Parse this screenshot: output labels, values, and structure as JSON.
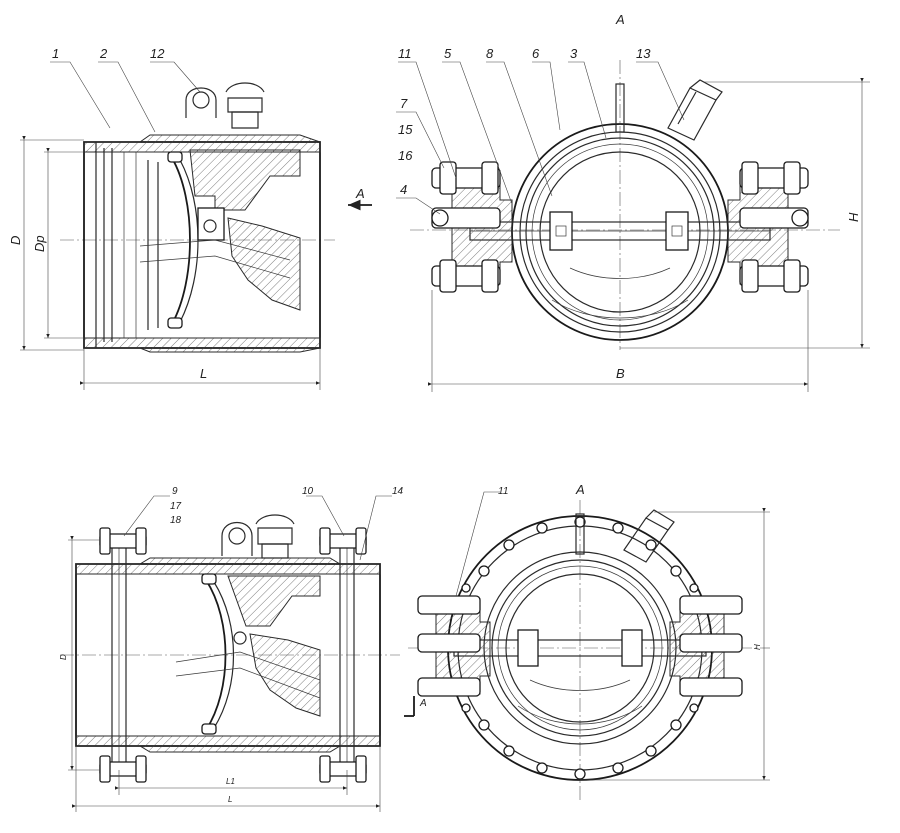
{
  "top_left": {
    "labels": {
      "l1": "1",
      "l2": "2",
      "l12": "12"
    },
    "dims": {
      "D": "D",
      "Dp": "Dр",
      "L": "L"
    },
    "view_arrow": "A"
  },
  "top_right": {
    "view_title": "A",
    "labels": {
      "l11": "11",
      "l5": "5",
      "l8": "8",
      "l6": "6",
      "l3": "3",
      "l13": "13",
      "l7": "7",
      "l15": "15",
      "l16": "16",
      "l4": "4"
    },
    "dims": {
      "B": "B",
      "H": "H"
    }
  },
  "bottom_left": {
    "labels": {
      "l9": "9",
      "l17": "17",
      "l18": "18",
      "l10": "10",
      "l14": "14"
    },
    "dims": {
      "D": "D",
      "L1": "L1",
      "L": "L"
    }
  },
  "bottom_right": {
    "labels": {
      "l11": "11"
    },
    "view_title": "A",
    "view_arrow": "A",
    "dims": {
      "H": "H"
    }
  }
}
